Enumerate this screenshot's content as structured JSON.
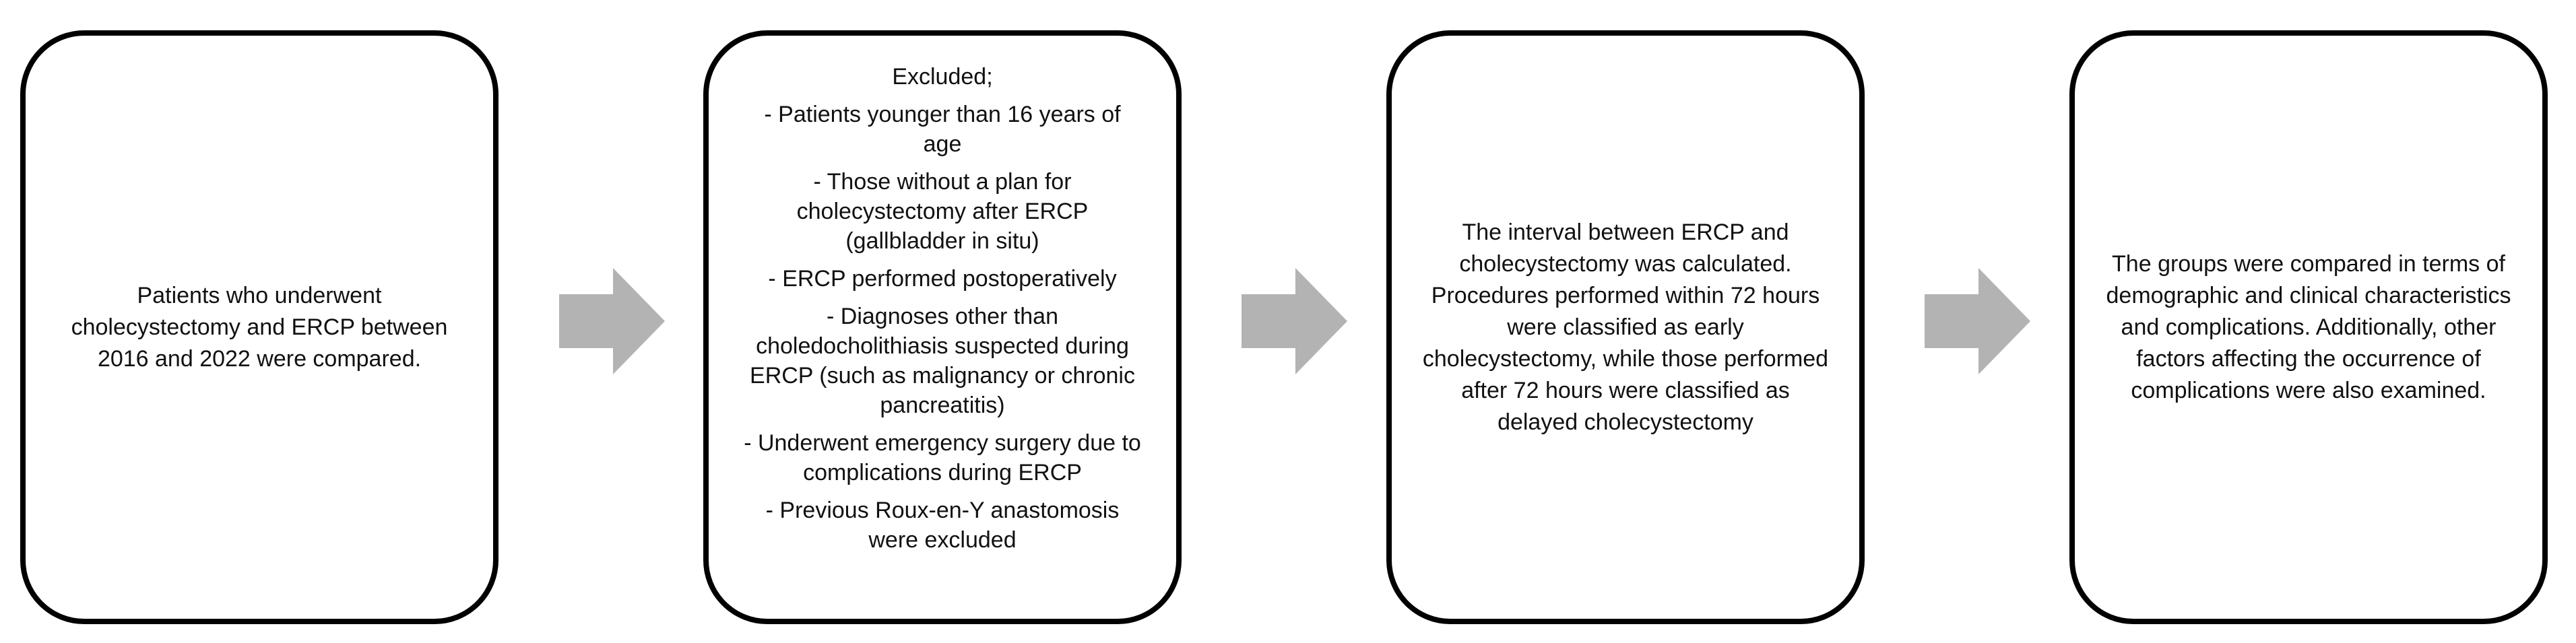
{
  "steps": [
    {
      "text": "Patients who underwent cholecystectomy and ERCP between 2016 and 2022 were compared."
    },
    {
      "title": "Excluded;",
      "items": [
        "- Patients younger than 16 years of age",
        "- Those without a plan for cholecystectomy after ERCP (gallbladder in situ)",
        "- ERCP performed postoperatively",
        "- Diagnoses other than choledocholithiasis suspected during ERCP (such as malignancy or chronic pancreatitis)",
        "- Underwent emergency surgery due to complications during ERCP",
        "- Previous Roux-en-Y anastomosis were excluded"
      ]
    },
    {
      "text": "The interval between ERCP and cholecystectomy was calculated. Procedures performed within 72 hours were classified as early cholecystectomy, while those performed after 72 hours were classified as delayed cholecystectomy"
    },
    {
      "text": "The groups were compared in terms of demographic and clinical characteristics and complications. Additionally, other factors affecting the occurrence of complications were also examined."
    }
  ],
  "colors": {
    "box_border": "#000000",
    "arrow_fill": "#b3b3b3"
  },
  "icons": {
    "arrow": "right-arrow-icon"
  }
}
